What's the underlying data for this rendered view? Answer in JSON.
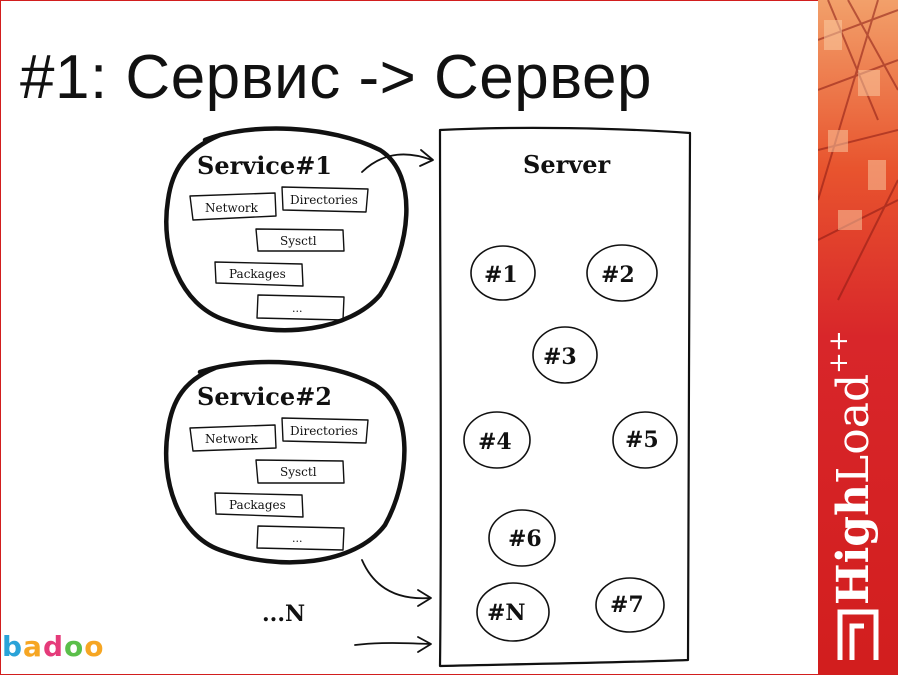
{
  "slide": {
    "title": "#1: Сервис -> Сервер",
    "colors": {
      "accent": "#d21e1e",
      "ink": "#111111"
    }
  },
  "diagram": {
    "services": [
      {
        "name": "Service#1",
        "components": [
          "Network",
          "Directories",
          "Sysctl",
          "Packages",
          "..."
        ]
      },
      {
        "name": "Service#2",
        "components": [
          "Network",
          "Directories",
          "Sysctl",
          "Packages",
          "..."
        ]
      }
    ],
    "more_services": "...N",
    "server": {
      "label": "Server",
      "nodes": [
        "#1",
        "#2",
        "#3",
        "#4",
        "#5",
        "#6",
        "#N",
        "#7"
      ]
    }
  },
  "branding": {
    "conference_bold": "High",
    "conference_rest": "Load",
    "conference_suffix": "++",
    "logo_icon": "highload-logo-icon",
    "sponsor": {
      "letters": [
        "b",
        "a",
        "d",
        "o",
        "o"
      ],
      "colors": [
        "#2aa3d8",
        "#f6a623",
        "#e53b7a",
        "#5bbf4a",
        "#9b59b6"
      ]
    }
  }
}
